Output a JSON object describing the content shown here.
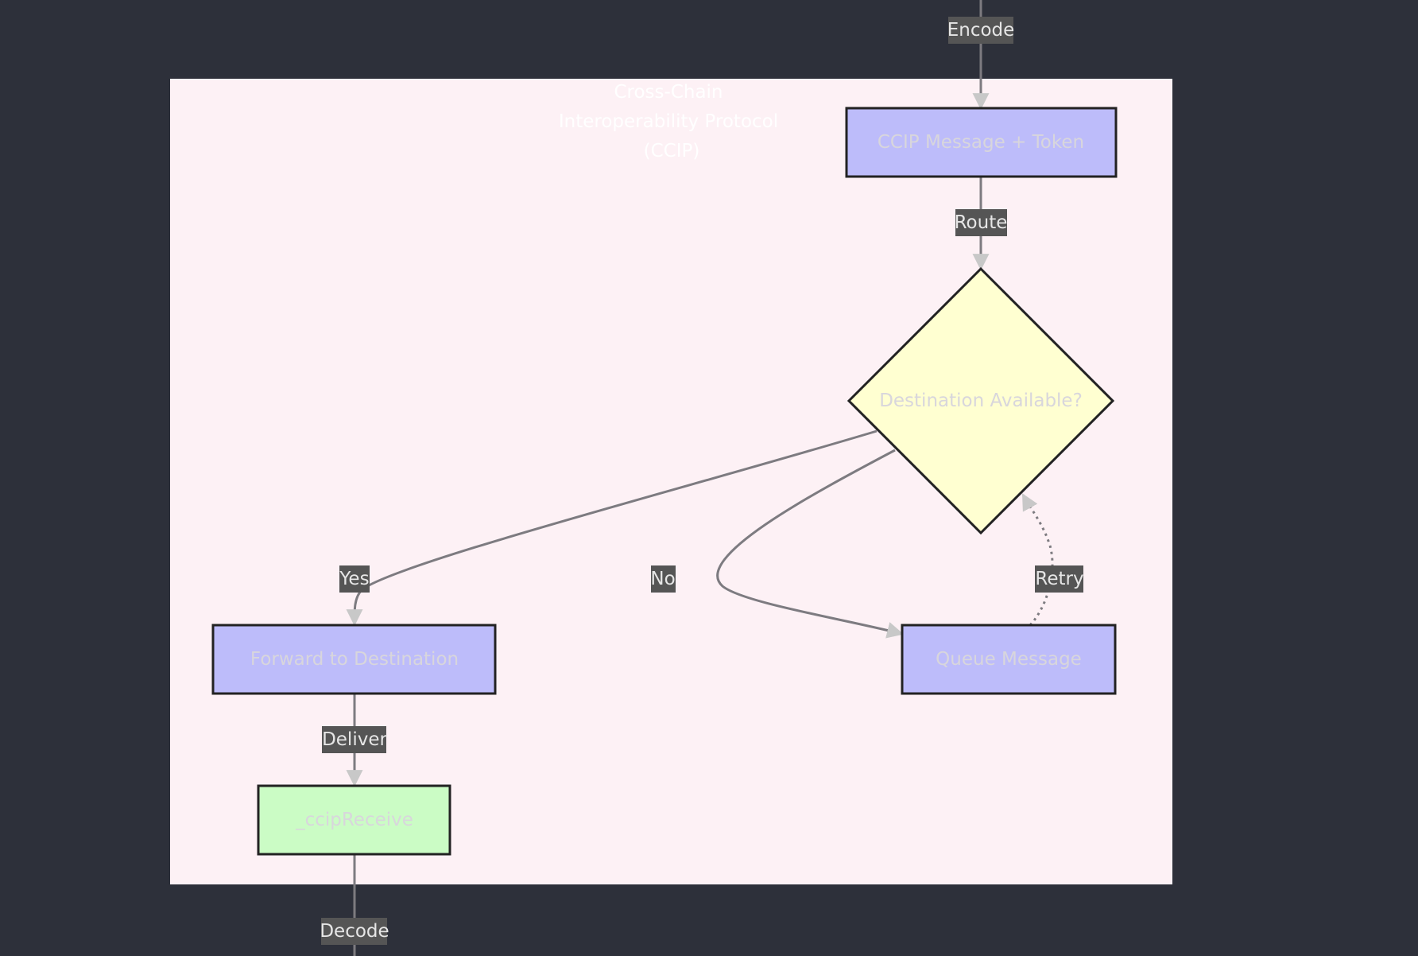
{
  "colors": {
    "background": "#2d303a",
    "cluster_fill": "#fdf1f5",
    "process_fill": "#bdbcfa",
    "decision_fill": "#ffffd1",
    "receive_fill": "#cbfcc5",
    "node_stroke": "#222222",
    "node_text": "#d8d6dc",
    "edge": "#7d7b80",
    "edge_label_bg": "#555555",
    "edge_label_text": "#e6e6e6",
    "cluster_title": "#ffffff"
  },
  "cluster": {
    "title_lines": [
      "Cross-Chain",
      "Interoperability Protocol",
      "(CCIP)"
    ]
  },
  "nodes": {
    "ccip_message": {
      "label": "CCIP Message + Token",
      "shape": "rect"
    },
    "destination_check": {
      "label": "Destination Available?",
      "shape": "diamond"
    },
    "forward": {
      "label": "Forward to Destination",
      "shape": "rect"
    },
    "queue": {
      "label": "Queue Message",
      "shape": "rect"
    },
    "ccip_receive": {
      "label": "_ccipReceive",
      "shape": "rect"
    }
  },
  "edges": {
    "encode": {
      "label": "Encode",
      "style": "solid"
    },
    "route": {
      "label": "Route",
      "style": "solid"
    },
    "yes": {
      "label": "Yes",
      "style": "solid"
    },
    "no": {
      "label": "No",
      "style": "solid"
    },
    "retry": {
      "label": "Retry",
      "style": "dotted"
    },
    "deliver": {
      "label": "Deliver",
      "style": "solid"
    },
    "decode": {
      "label": "Decode",
      "style": "solid"
    }
  }
}
